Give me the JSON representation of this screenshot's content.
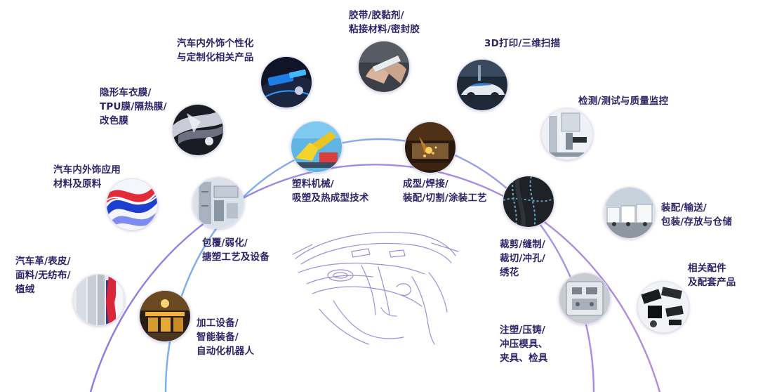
{
  "colors": {
    "outer_arc_start": "#8e7be0",
    "outer_arc_end": "#b08ae0",
    "inner_arc_start": "#7fb0ee",
    "inner_arc_end": "#a48be6",
    "label_text": "#2c2466",
    "sketch": "#9a8fd8"
  },
  "categories": [
    {
      "id": "seat-leather",
      "icon": "leather-fabric-icon",
      "label": "汽车革/表皮/\n面料/无纺布/\n植绒"
    },
    {
      "id": "interior-materials",
      "icon": "color-ribbons-icon",
      "label": "汽车内外饰应用\n材料及原料"
    },
    {
      "id": "car-film",
      "icon": "film-wrap-icon",
      "label": "隐形车衣膜/\nTPU膜/隔热膜/\n改色膜"
    },
    {
      "id": "personalization",
      "icon": "dashboard-icon",
      "label": "汽车内外饰个性化\n与定制化相关产品"
    },
    {
      "id": "adhesives",
      "icon": "tape-hands-icon",
      "label": "胶带/胶黏剂/\n粘接材料/密封胶"
    },
    {
      "id": "3d-printing",
      "icon": "3d-car-icon",
      "label": "3D打印/三维扫描"
    },
    {
      "id": "inspection",
      "icon": "inspection-machine-icon",
      "label": "检测/测试与质量监控"
    },
    {
      "id": "logistics",
      "icon": "trucks-icon",
      "label": "装配/输送/\n包装/存放与仓储"
    },
    {
      "id": "accessories",
      "icon": "parts-icon",
      "label": "相关配件\n及配套产品"
    },
    {
      "id": "automation",
      "icon": "factory-line-icon",
      "label": "加工设备/\n智能装备/\n自动化机器人"
    },
    {
      "id": "wrapping",
      "icon": "machine-detail-icon",
      "label": "包覆/弱化/\n搪塑工艺及设备"
    },
    {
      "id": "plastics-machinery",
      "icon": "robot-arm-icon",
      "label": "塑料机械/\n吸塑及热成型技术"
    },
    {
      "id": "forming-welding",
      "icon": "welding-sparks-icon",
      "label": "成型/焊接/\n装配/切割/涂装工艺"
    },
    {
      "id": "cutting-sewing",
      "icon": "stitched-seat-icon",
      "label": "裁剪/缝制/\n裁切/冲孔/\n绣花"
    },
    {
      "id": "molding",
      "icon": "mold-icon",
      "label": "注塑/压铸/\n冲压模具、\n夹具、检具"
    }
  ]
}
